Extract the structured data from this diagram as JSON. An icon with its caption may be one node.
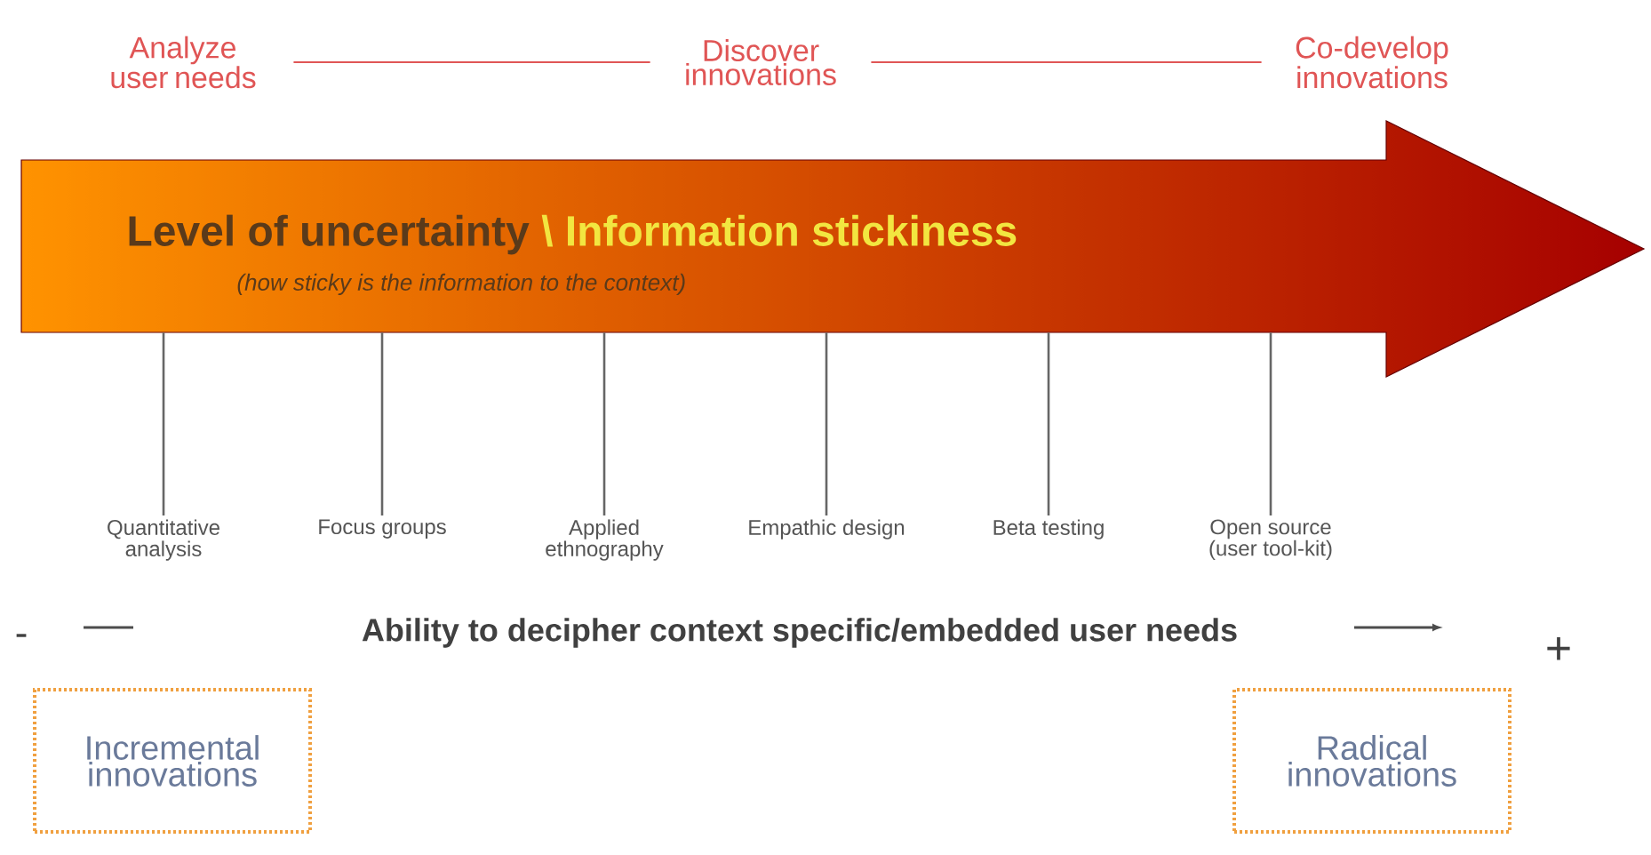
{
  "diagram": {
    "nodes": [
      {
        "text": [
          "Analyze user needs"
        ]
      },
      {
        "text": [
          "Discover innovations"
        ]
      },
      {
        "text": [
          "Co-develop innovations"
        ]
      },
      {
        "text": [
          "Level of uncertainty",
          "\\ Information stickiness",
          "(how sticky is the information to the context)"
        ]
      },
      {
        "text": [
          "Quantitative analysis"
        ]
      },
      {
        "text": [
          "Focus groups"
        ]
      },
      {
        "text": [
          "Applied ethnography"
        ]
      },
      {
        "text": [
          "Empathic design"
        ]
      },
      {
        "text": [
          "Beta testing"
        ]
      },
      {
        "text": [
          "Open source (user tool-kit)"
        ]
      },
      {
        "text": [
          "Incremental innovations"
        ]
      },
      {
        "text": [
          "Radical innovations"
        ]
      }
    ],
    "edges": [
      {
        "from": 0,
        "to": 1,
        "arrow": "none",
        "color": "#e05555"
      },
      {
        "from": 1,
        "to": 2,
        "arrow": "none",
        "color": "#e05555"
      },
      {
        "from": 3,
        "to": 4,
        "arrow": "none"
      },
      {
        "from": 3,
        "to": 5,
        "arrow": "none"
      },
      {
        "from": 3,
        "to": 6,
        "arrow": "none"
      },
      {
        "from": 3,
        "to": 7,
        "arrow": "none"
      },
      {
        "from": 3,
        "to": 8,
        "arrow": "none"
      },
      {
        "from": 3,
        "to": 9,
        "arrow": "none"
      }
    ],
    "labels": [
      "Ability to decipher context specific/embedded user needs",
      "-",
      "+"
    ]
  }
}
